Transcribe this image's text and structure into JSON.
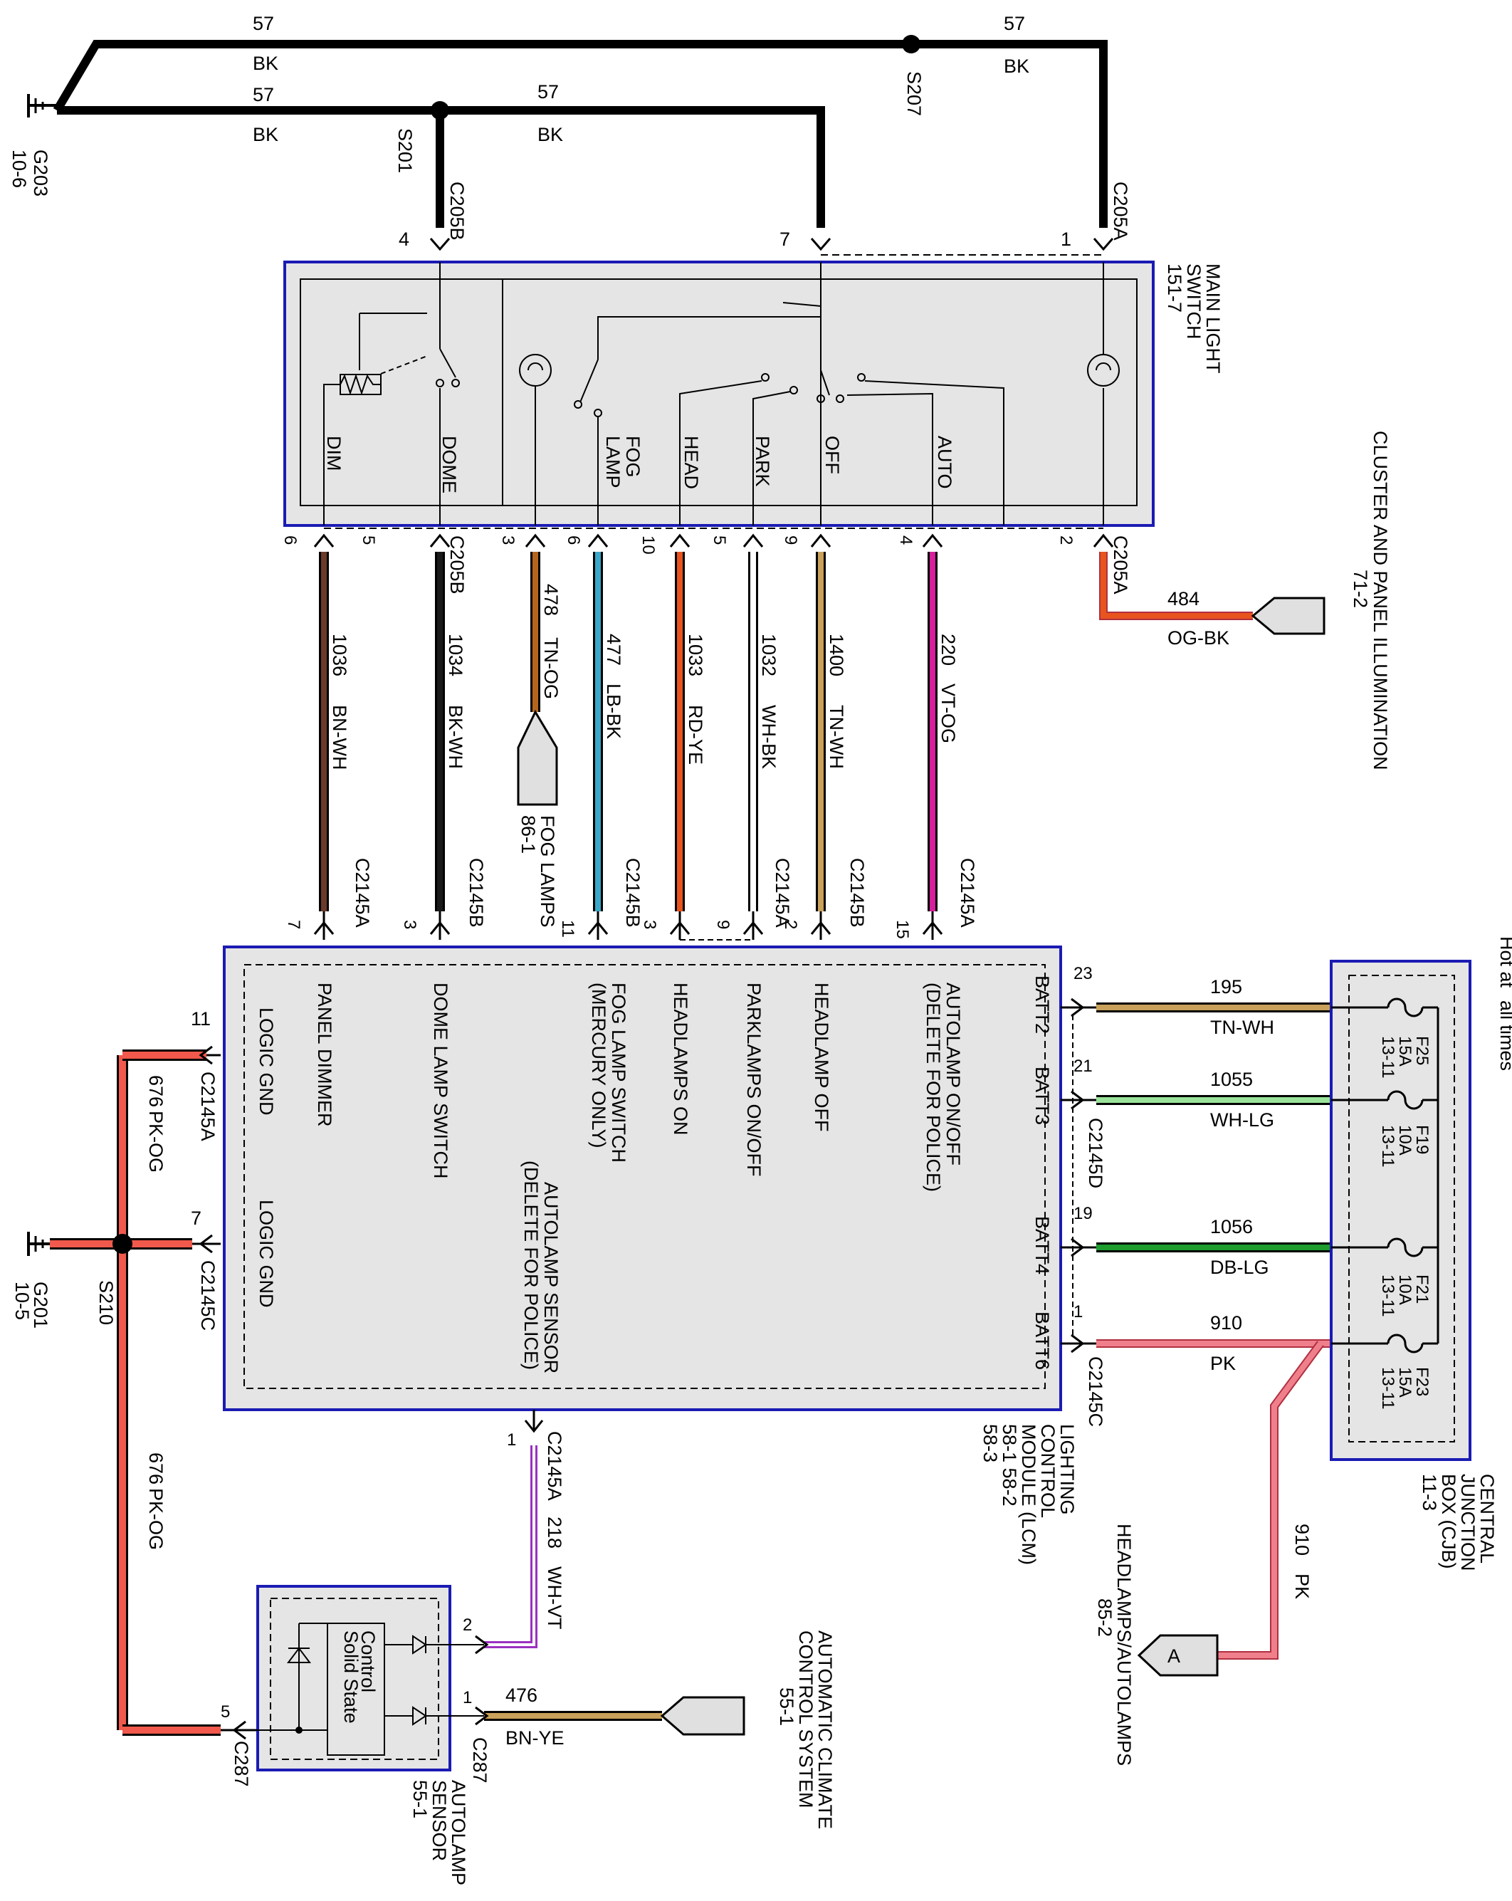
{
  "ground_top": {
    "id": "G203",
    "ref": "10-6"
  },
  "ground_bottom": {
    "id": "G201",
    "ref": "10-5"
  },
  "top_wires": [
    {
      "circuit": "57",
      "color": "BK"
    },
    {
      "circuit": "57",
      "color": "BK"
    },
    {
      "circuit": "57",
      "color": "BK"
    },
    {
      "circuit": "57",
      "color": "BK"
    }
  ],
  "splices": {
    "s201": "S201",
    "s207": "S207",
    "s210": "S210"
  },
  "connectors": {
    "c205b": "C205B",
    "c205a": "C205A",
    "c2145a": "C2145A",
    "c2145b": "C2145B",
    "c2145c": "C2145C",
    "c2145d": "C2145D",
    "c287": "C287"
  },
  "main_light_switch": {
    "name": "MAIN LIGHT SWITCH",
    "ref": "151-7",
    "positions": [
      "DIM",
      "DOME",
      "FOG LAMP",
      "HEAD",
      "PARK",
      "OFF",
      "AUTO"
    ]
  },
  "cluster_illumination": {
    "name": "CLUSTER AND PANEL ILLUMINATION",
    "ref": "71-2",
    "circuit": "484",
    "color": "OG-BK"
  },
  "fog_lamps": {
    "name": "FOG LAMPS",
    "ref": "86-1"
  },
  "switch_pins_top": [
    "4",
    "7",
    "1"
  ],
  "switch_pins_bottom": [
    "6",
    "5",
    "3",
    "6",
    "10",
    "5",
    "9",
    "4",
    "2"
  ],
  "vertical_wires": [
    {
      "circuit": "1036",
      "color": "BN-WH",
      "hex": "#6b3a2a",
      "top_pin": "6",
      "bot_pin": "7",
      "bot_conn": "C2145A",
      "func": "PANEL DIMMER"
    },
    {
      "circuit": "1034",
      "color": "BK-WH",
      "hex": "#1a1a1a",
      "top_pin": "5",
      "bot_pin": "3",
      "bot_conn": "C2145B",
      "func": "DOME LAMP SWITCH"
    },
    {
      "circuit": "478",
      "color": "TN-OG",
      "hex": "#b5651d",
      "top_pin": "3"
    },
    {
      "circuit": "477",
      "color": "LB-BK",
      "hex": "#3aa7c9",
      "top_pin": "6",
      "bot_pin": "11",
      "bot_conn": "C2145B",
      "func": "FOG LAMP SWITCH (MERCURY ONLY)"
    },
    {
      "circuit": "1033",
      "color": "RD-YE",
      "hex": "#e8541e",
      "top_pin": "10",
      "bot_pin": "3",
      "bot_conn": "",
      "func": "HEADLAMPS ON"
    },
    {
      "circuit": "1032",
      "color": "WH-BK",
      "hex": "#dddddd",
      "top_pin": "5",
      "bot_pin": "9",
      "bot_conn": "C2145A",
      "func": "PARKLAMPS ON/OFF"
    },
    {
      "circuit": "1400",
      "color": "TN-WH",
      "hex": "#c9a15a",
      "top_pin": "9",
      "bot_pin": "2",
      "bot_conn": "C2145B",
      "func": "HEADLAMP OFF"
    },
    {
      "circuit": "220",
      "color": "VT-OG",
      "hex": "#d61f9b",
      "top_pin": "4",
      "bot_pin": "15",
      "bot_conn": "C2145A",
      "func": "AUTOLAMP ON/OFF (DELETE FOR POLICE)"
    }
  ],
  "lcm": {
    "name": "LIGHTING CONTROL MODULE (LCM)",
    "refs": "58-1  58-2  58-3",
    "logic_gnd": "LOGIC GND",
    "autolamp_sensor": "AUTOLAMP SENSOR (DELETE FOR POLICE)",
    "batt": [
      "BATT2",
      "BATT3",
      "BATT4",
      "BATT6"
    ]
  },
  "gnd_wires": [
    {
      "pin": "11",
      "conn": "C2145A"
    },
    {
      "pin": "7",
      "conn": "C2145C"
    }
  ],
  "pk_og": {
    "circuit": "676",
    "color": "PK-OG"
  },
  "cjb": {
    "name": "CENTRAL JUNCTION BOX (CJB)",
    "ref": "11-3",
    "hot": "Hot at all times",
    "fuses": [
      {
        "id": "F25",
        "amp": "15A",
        "ref": "13-11"
      },
      {
        "id": "F19",
        "amp": "10A",
        "ref": "13-11"
      },
      {
        "id": "F21",
        "amp": "10A",
        "ref": "13-11"
      },
      {
        "id": "F23",
        "amp": "15A",
        "ref": "13-11"
      }
    ]
  },
  "batt_wires": [
    {
      "pin": "23",
      "circuit": "195",
      "color": "TN-WH",
      "hex": "#c9a15a",
      "conn": ""
    },
    {
      "pin": "21",
      "circuit": "1055",
      "color": "WH-LG",
      "hex": "#9be39b",
      "conn": "C2145D"
    },
    {
      "pin": "19",
      "circuit": "1056",
      "color": "DB-LG",
      "hex": "#1e9c2e",
      "conn": ""
    },
    {
      "pin": "1",
      "circuit": "910",
      "color": "PK",
      "hex": "#f07f8c",
      "conn": "C2145C"
    }
  ],
  "headlamps": {
    "name": "HEADLAMPS/AUTOLAMPS",
    "ref": "85-2",
    "circuit": "910",
    "color": "PK",
    "tag": "A"
  },
  "sensor_wire": {
    "pin": "1",
    "conn": "C2145A",
    "circuit": "218",
    "color": "WH-VT"
  },
  "autolamp_sensor": {
    "name": "AUTOLAMP SENSOR",
    "ref": "55-1",
    "chip": "Control Solid State",
    "pin_a": "2",
    "pin_b": "1",
    "pin_c": "5"
  },
  "climate": {
    "name": "AUTOMATIC CLIMATE CONTROL SYSTEM",
    "ref": "55-1",
    "circuit": "476",
    "color": "BN-YE"
  }
}
